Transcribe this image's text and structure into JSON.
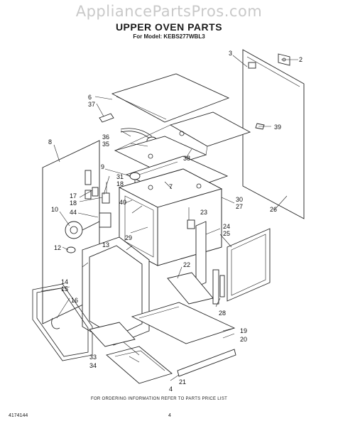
{
  "watermark": "AppliancePartsPros.com",
  "title": "UPPER OVEN PARTS",
  "model_line": "For Model: KEBS277WBL3",
  "footer_note": "FOR ORDERING INFORMATION REFER TO PARTS PRICE LIST",
  "doc_number": "4174144",
  "page_number": "4",
  "callouts": {
    "c2": "2",
    "c3": "3",
    "c4": "4",
    "c6": "6",
    "c7": "7",
    "c8": "8",
    "c9": "9",
    "c10": "10",
    "c12": "12",
    "c13": "13",
    "c14": "14",
    "c15": "15",
    "c16": "16",
    "c17": "17",
    "c18a": "18",
    "c18b": "18",
    "c19": "19",
    "c20": "20",
    "c21": "21",
    "c22": "22",
    "c23": "23",
    "c24": "24",
    "c25": "25",
    "c26": "26",
    "c27": "27",
    "c28": "28",
    "c29": "29",
    "c30": "30",
    "c31": "31",
    "c33": "33",
    "c34": "34",
    "c35": "35",
    "c36": "36",
    "c37": "37",
    "c38": "38",
    "c39": "39",
    "c40": "40",
    "c44": "44"
  }
}
